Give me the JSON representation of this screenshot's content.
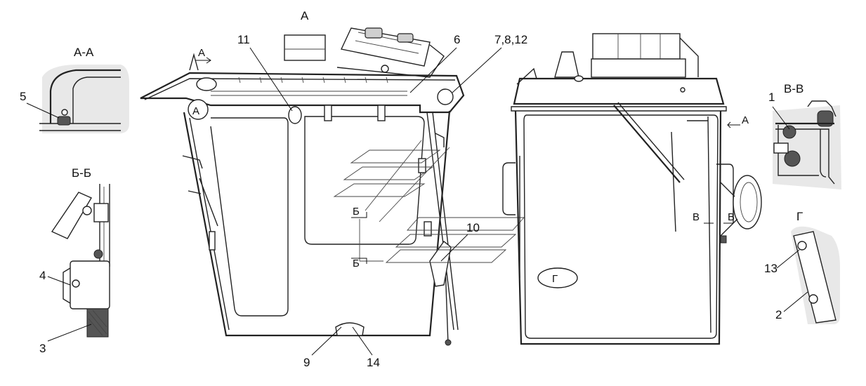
{
  "views": {
    "aa": "А-А",
    "bb": "Б-Б",
    "vv": "В-В",
    "g": "Г",
    "main": "А"
  },
  "callouts": {
    "n1": "1",
    "n2": "2",
    "n3": "3",
    "n4": "4",
    "n5": "5",
    "n6": "6",
    "n7": "7,8,12",
    "n9": "9",
    "n10": "10",
    "n11": "11",
    "n13": "13",
    "n14": "14"
  },
  "section_marks": {
    "a": "А",
    "b": "Б",
    "v": "В",
    "g": "Г"
  }
}
